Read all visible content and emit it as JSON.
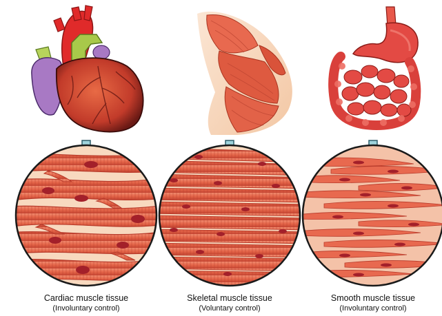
{
  "panels": [
    {
      "id": "cardiac",
      "title": "Cardiac muscle tissue",
      "control": "(Involuntary control)",
      "organ": "heart-illustration",
      "tissue": "cardiac-tissue-circle"
    },
    {
      "id": "skeletal",
      "title": "Skeletal muscle tissue",
      "control": "(Voluntary control)",
      "organ": "arm-muscle-illustration",
      "tissue": "skeletal-tissue-circle"
    },
    {
      "id": "smooth",
      "title": "Smooth muscle tissue",
      "control": "(Involuntary control)",
      "organ": "stomach-intestine-illustration",
      "tissue": "smooth-tissue-circle"
    }
  ],
  "colors": {
    "fiber": "#e8694f",
    "fiber_dark": "#b83a2a",
    "fiber_light": "#f6a58f",
    "background_tissue": "#f8d9bf",
    "nucleus": "#a3202a",
    "arrow": "#9ed3dc",
    "arrow_outline": "#2f5f6b",
    "circle_outline": "#1a1a1a",
    "heart_red": "#c8352c",
    "heart_purple": "#a879c4",
    "heart_green": "#a8c94a",
    "stomach": "#e34a44"
  },
  "icons": [
    "down-arrow-icon"
  ]
}
